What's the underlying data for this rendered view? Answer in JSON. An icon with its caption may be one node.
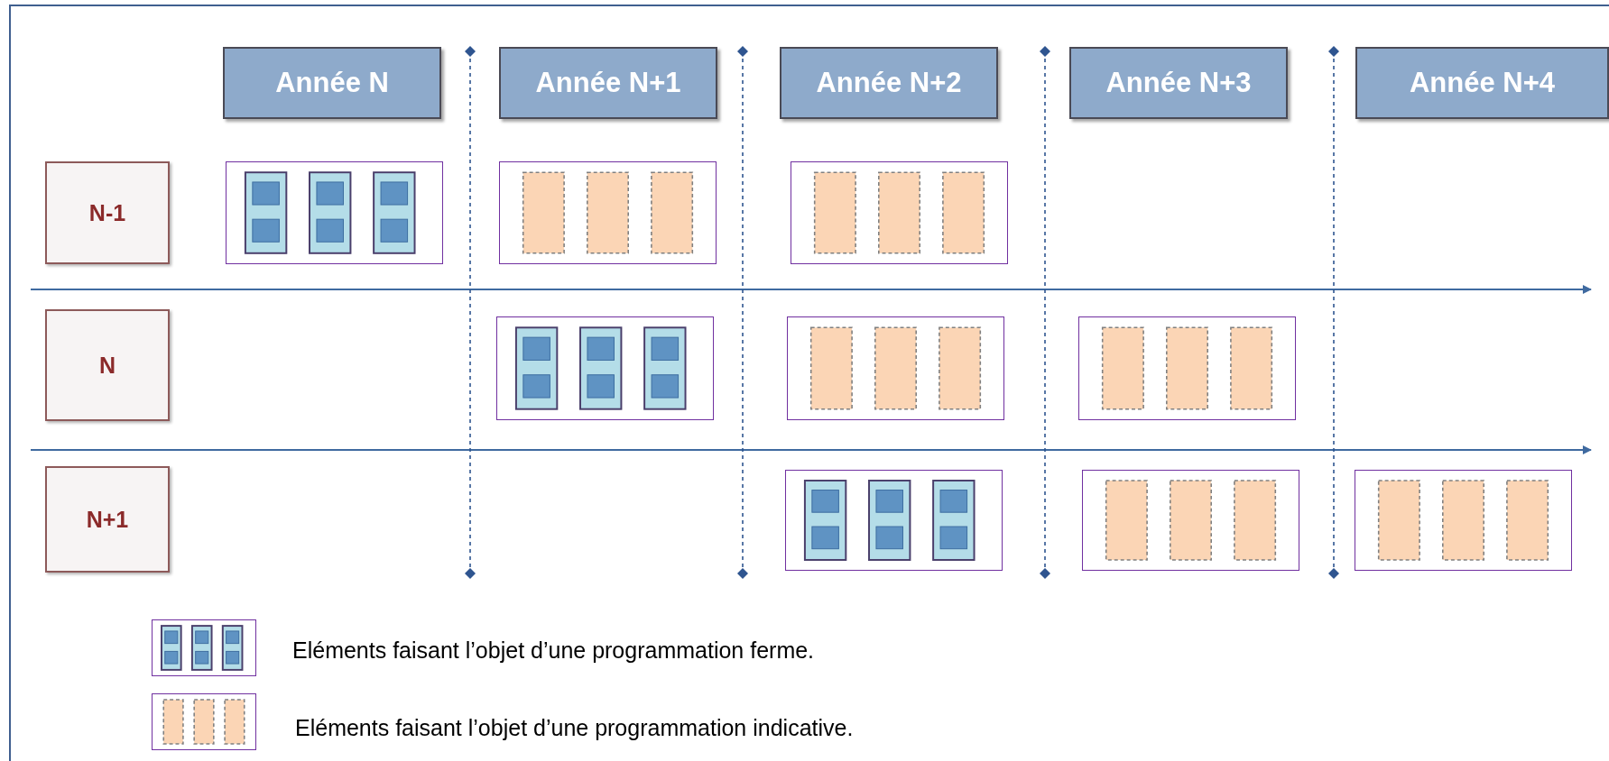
{
  "diagram": {
    "nodes": [
      {
        "text": [
          "Année N"
        ]
      },
      {
        "text": [
          "Année N+1"
        ]
      },
      {
        "text": [
          "Année N+2"
        ]
      },
      {
        "text": [
          "Année N+3"
        ]
      },
      {
        "text": [
          "Année N+4"
        ]
      },
      {
        "text": [
          "N-1"
        ]
      },
      {
        "text": [
          "N"
        ]
      },
      {
        "text": [
          "N+1"
        ]
      },
      {
        "text": [],
        "shape": "box"
      },
      {
        "text": [],
        "shape": "box"
      },
      {
        "text": [],
        "shape": "box"
      },
      {
        "text": [],
        "shape": "box"
      },
      {
        "text": [],
        "shape": "box"
      },
      {
        "text": [],
        "shape": "box"
      },
      {
        "text": [],
        "shape": "box"
      },
      {
        "text": [],
        "shape": "box"
      },
      {
        "text": [],
        "shape": "box"
      }
    ],
    "edges": [],
    "legend": [
      {
        "text": "Eléments faisant l’objet d’une programmation ferme."
      },
      {
        "text": "Eléments faisant l’objet d’une programmation indicative."
      }
    ]
  }
}
